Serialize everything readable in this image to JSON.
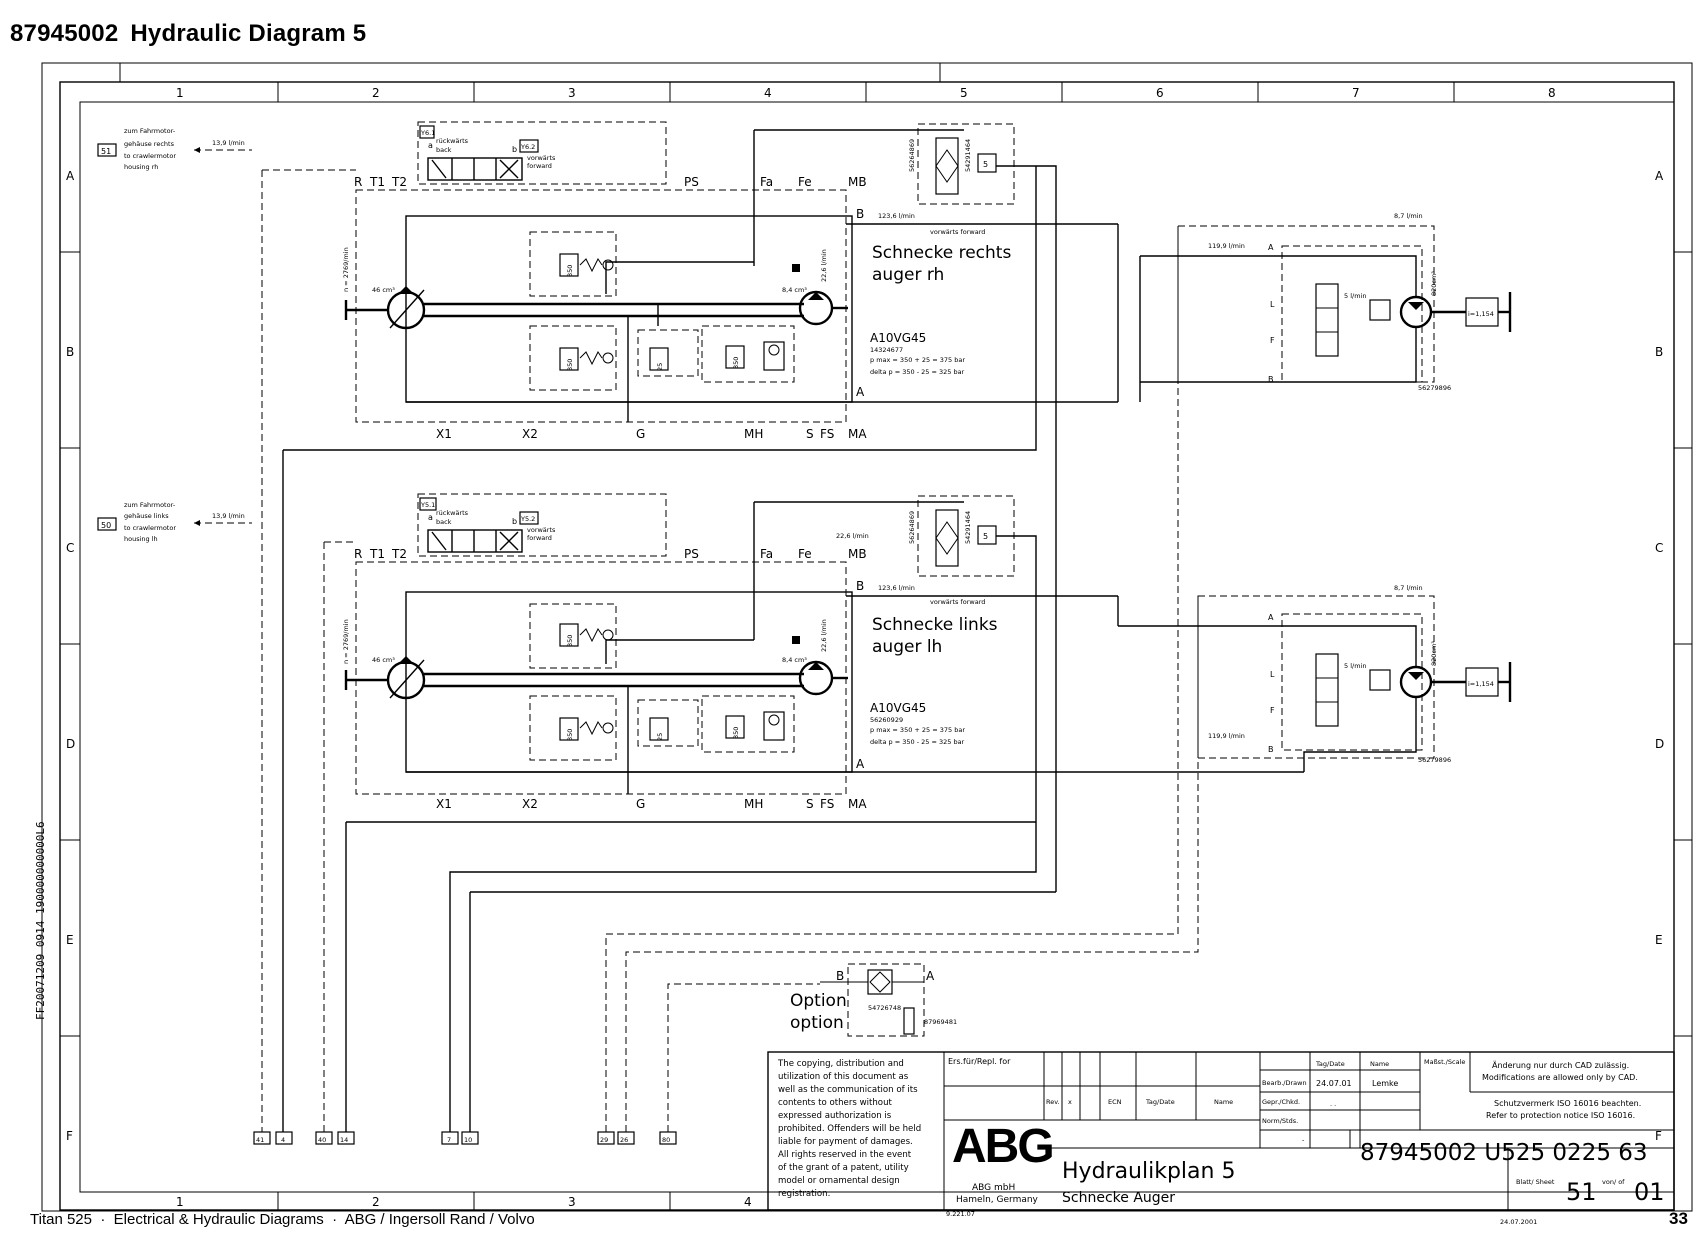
{
  "header": {
    "doc_number": "87945002",
    "title": "Hydraulic Diagram 5"
  },
  "frame": {
    "columns": [
      "1",
      "2",
      "3",
      "4",
      "5",
      "6",
      "7",
      "8"
    ],
    "rows": [
      "A",
      "B",
      "C",
      "D",
      "E",
      "F"
    ],
    "side_id": "FF20071209 0914 190000000000L6"
  },
  "circuit_rh": {
    "port_ref": "51",
    "note_de": "zum Fahrmotor-gehäuse rechts",
    "note_en": "to crawlermotor housing rh",
    "note_lines": [
      "zum Fahrmotor-",
      "gehäuse rechts",
      "to crawlermotor",
      "housing rh"
    ],
    "leak_flow": "13,9 l/min",
    "valve_a": "Y6.1",
    "valve_b": "Y6.2",
    "back_de": "rückwärts",
    "back_en": "back",
    "fwd_de": "vorwärts",
    "fwd_en": "forward",
    "speed": "n = 2769/min",
    "disp_pump": "46 cm³",
    "disp_small": "8,4 cm³",
    "flow_b": "123,6 l/min",
    "flow_mid": "22,6 l/min",
    "flow_fwd": "vorwärts forward",
    "title_de": "Schnecke rechts",
    "title_en": "auger rh",
    "pump_model": "A10VG45",
    "pump_part": "14324677",
    "pmax": "p max = 350 + 25 = 375 bar",
    "delta": "delta p = 350 - 25 = 325 bar",
    "filter_part1": "56264869",
    "filter_part2": "54291464",
    "motor_flow_a": "119,9 l/min",
    "motor_flow_leak": "8,7 l/min",
    "motor_valve_flow": "5 l/min",
    "motor_disp": "820cm³",
    "gear": "i=1,154",
    "motor_part": "56279896"
  },
  "circuit_lh": {
    "port_ref": "50",
    "note_de": "zum Fahrmotor-gehäuse links",
    "note_en": "to crawlermotor housing lh",
    "note_lines": [
      "zum Fahrmotor-",
      "gehäuse links",
      "to crawlermotor",
      "housing lh"
    ],
    "leak_flow": "13,9 l/min",
    "valve_a": "Y5.1",
    "valve_b": "Y5.2",
    "back_de": "rückwärts",
    "back_en": "back",
    "fwd_de": "vorwärts",
    "fwd_en": "forward",
    "speed": "n = 2769/min",
    "disp_pump": "46 cm³",
    "disp_small": "8,4 cm³",
    "flow_b": "123,6 l/min",
    "flow_mid": "22,6 l/min",
    "flow_top": "22,6 l/min",
    "flow_fwd": "vorwärts forward",
    "title_de": "Schnecke links",
    "title_en": "auger lh",
    "pump_model": "A10VG45",
    "pump_part": "56260929",
    "pmax": "p max = 350 + 25 = 375 bar",
    "delta": "delta p = 350 - 25 = 325 bar",
    "filter_part1": "56264869",
    "filter_part2": "54291464",
    "motor_flow_a": "119,9 l/min",
    "motor_flow_leak": "8,7 l/min",
    "motor_valve_flow": "5 l/min",
    "motor_disp": "820cm³",
    "gear": "i=1,154",
    "motor_part": "56279896"
  },
  "ports": {
    "r": "R",
    "t1": "T1",
    "t2": "T2",
    "ps": "PS",
    "fa": "Fa",
    "fe": "Fe",
    "mb": "MB",
    "b": "B",
    "a": "A",
    "x1": "X1",
    "x2": "X2",
    "g": "G",
    "mh": "MH",
    "s": "S",
    "fs": "FS",
    "ma": "MA",
    "l": "L",
    "f": "F",
    "valve_a": "a",
    "valve_b": "b",
    "p350": "350",
    "p25": "25",
    "p5": "5"
  },
  "option": {
    "line1": "Option",
    "line2": "option",
    "part1": "54726748",
    "part2": "87969481",
    "b": "B",
    "a": "A"
  },
  "connectors": [
    "41",
    "4",
    "40",
    "14",
    "7",
    "10",
    "29",
    "26",
    "80"
  ],
  "title_block": {
    "copyright": [
      "The copying, distribution and",
      "utilization of this document as",
      "well as the communication of its",
      "contents to others without",
      "expressed authorization is",
      "prohibited. Offenders will be held",
      "liable for payment of damages.",
      "All rights reserved in the event",
      "of the grant of a patent, utility",
      "model or ornamental design",
      "registration."
    ],
    "replaces": "Ers.für/Repl. for",
    "rev": "Rev.",
    "rev_x": "x",
    "ecn": "ECN",
    "date_hdr": "Tag/Date",
    "name_hdr": "Name",
    "drawn": "Bearb./Drawn",
    "checked": "Gepr./Chkd.",
    "std": "Norm/Stds.",
    "drawn_date": "24.07.01",
    "drawn_name": "Lemke",
    "checked_date": ". .",
    "std_dash": "-",
    "scale_hdr": "Maßst./Scale",
    "cad_de": "Änderung nur durch CAD zulässig.",
    "cad_en": "Modifications are allowed only by CAD.",
    "iso_de": "Schutzvermerk ISO 16016 beachten.",
    "iso_en": "Refer to protection notice ISO 16016.",
    "logo": "ABG",
    "company": "ABG mbH",
    "city": "Hameln, Germany",
    "form_no": "9.221.07",
    "plan_title": "Hydraulikplan 5",
    "plan_subtitle": "Schnecke Auger",
    "drawing_no": "87945002 U525 0225 63",
    "sheet_label": "Blatt/ Sheet",
    "sheet": "51",
    "of_label": "von/ of",
    "of": "01",
    "plot_date": "24.07.2001"
  },
  "footer": {
    "model": "Titan 525",
    "sep1": "  ·  ",
    "section": "Electrical & Hydraulic Diagrams",
    "sep2": "  ·  ",
    "makers": "ABG / Ingersoll Rand / Volvo",
    "page": "33"
  }
}
